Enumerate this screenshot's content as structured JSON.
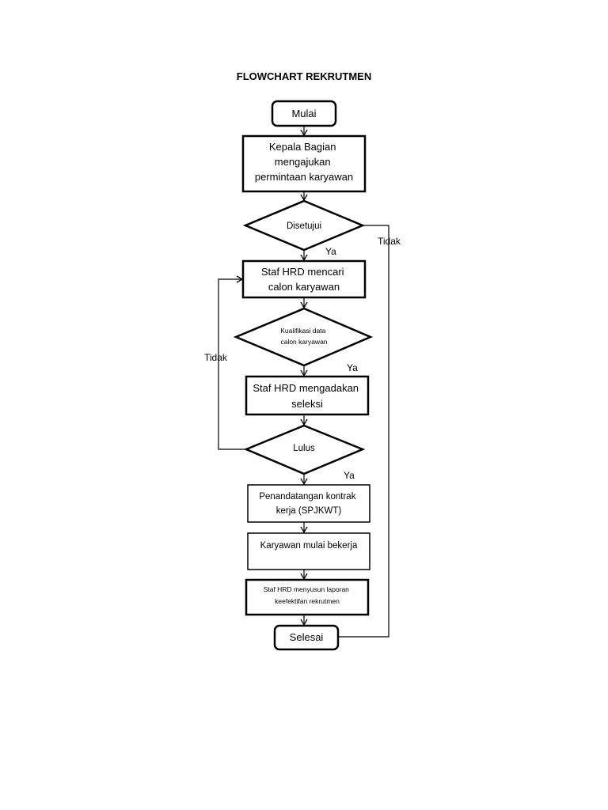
{
  "title": "FLOWCHART REKRUTMEN",
  "nodes": {
    "mulai": "Mulai",
    "kepala": [
      "Kepala Bagian",
      "mengajukan",
      "permintaan karyawan"
    ],
    "disetujui": "Disetujui",
    "staf_mencari": [
      "Staf HRD mencari",
      "calon karyawan"
    ],
    "kualifikasi": [
      "Kualifikasi data",
      "calon karyawan"
    ],
    "staf_seleksi": [
      "Staf HRD mengadakan",
      "seleksi"
    ],
    "lulus": "Lulus",
    "kontrak": [
      "Penandatangan kontrak",
      "kerja (SPJKWT)"
    ],
    "mulai_bekerja": "Karyawan mulai bekerja",
    "laporan": [
      "Staf HRD menyusun laporan",
      "keefektifan rekrutmen"
    ],
    "selesai": "Selesai"
  },
  "labels": {
    "ya_1": "Ya",
    "tidak_1": "Tidak",
    "ya_2": "Ya",
    "tidak_2": "Tidak",
    "ya_3": "Ya"
  }
}
